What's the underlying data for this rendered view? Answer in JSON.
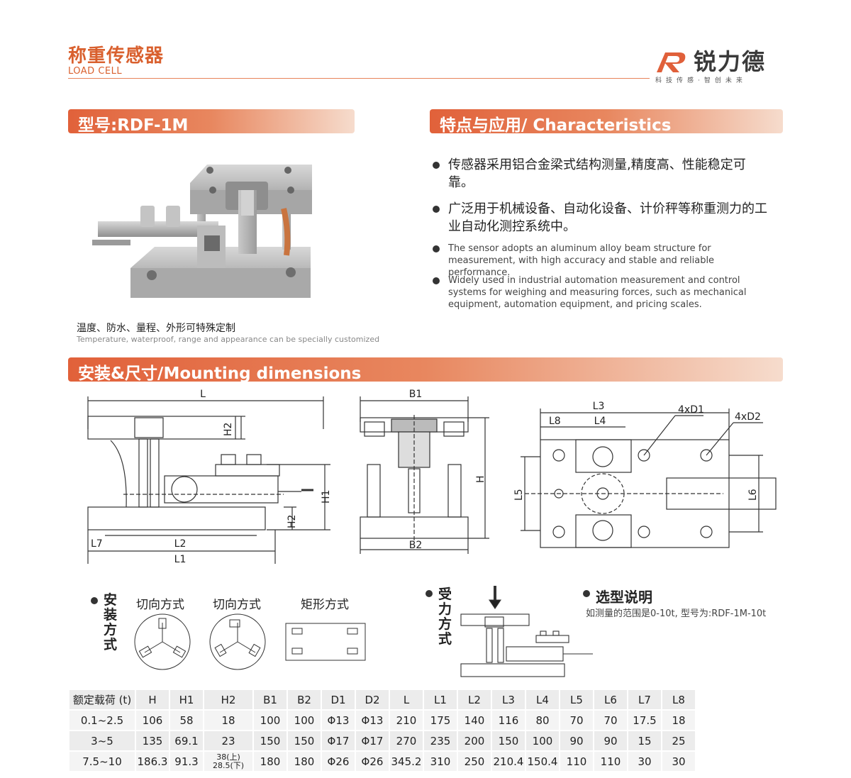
{
  "header": {
    "title_cn": "称重传感器",
    "title_en": "LOAD CELL",
    "logo_text": "锐力德",
    "logo_slogan": "科技传感·智创未来"
  },
  "model_bar": {
    "label": "型号:RDF-1M"
  },
  "features_bar": {
    "label": "特点与应用/ Characteristics"
  },
  "features": [
    {
      "text": "传感器采用铝合金梁式结构测量,精度高、性能稳定可靠。"
    },
    {
      "text": "广泛用于机械设备、自动化设备、计价秤等称重测力的工业自动化测控系统中。"
    },
    {
      "text": "The sensor adopts an aluminum alloy beam structure for measurement, with high accuracy and stable and reliable performance."
    },
    {
      "text": "Widely used in industrial automation measurement and control systems for weighing and measuring forces, such as mechanical equipment, automation equipment, and pricing scales."
    }
  ],
  "custom_note": {
    "cn": "温度、防水、量程、外形可特殊定制",
    "en": "Temperature, waterproof, range and appearance can be specially customized"
  },
  "mounting_bar": {
    "label": "安装&尺寸/Mounting dimensions"
  },
  "dim_labels": {
    "L": "L",
    "L1": "L1",
    "L2": "L2",
    "L3": "L3",
    "L4": "L4",
    "L5": "L5",
    "L6": "L6",
    "L7": "L7",
    "L8": "L8",
    "H": "H",
    "H1": "H1",
    "H2": "H2",
    "B1": "B1",
    "B2": "B2",
    "D1": "4xD1",
    "D2": "4xD2"
  },
  "install": {
    "title": "安装方式",
    "method1": "切向方式",
    "method2": "切向方式",
    "method3": "矩形方式"
  },
  "force": {
    "title": "受力方式"
  },
  "selection": {
    "title": "选型说明",
    "desc": "如测量的范围是0-10t, 型号为:RDF-1M-10t"
  },
  "spec_table": {
    "headers": [
      "额定载荷 (t)",
      "H",
      "H1",
      "H2",
      "B1",
      "B2",
      "D1",
      "D2",
      "L",
      "L1",
      "L2",
      "L3",
      "L4",
      "L5",
      "L6",
      "L7",
      "L8"
    ],
    "rows": [
      [
        "0.1~2.5",
        "106",
        "58",
        "18",
        "100",
        "100",
        "Φ13",
        "Φ13",
        "210",
        "175",
        "140",
        "116",
        "80",
        "70",
        "70",
        "17.5",
        "18"
      ],
      [
        "3~5",
        "135",
        "69.1",
        "23",
        "150",
        "150",
        "Φ17",
        "Φ17",
        "270",
        "235",
        "200",
        "150",
        "100",
        "90",
        "90",
        "15",
        "25"
      ],
      [
        "7.5~10",
        "186.3",
        "91.3",
        "38(上)|28.5(下)",
        "180",
        "180",
        "Φ26",
        "Φ26",
        "345.2",
        "310",
        "250",
        "210.4",
        "150.4",
        "110",
        "110",
        "30",
        "30"
      ]
    ]
  },
  "colors": {
    "accent": "#d9602e",
    "bar_start": "#e1613a",
    "bar_end": "#f6dccd",
    "table_bg": "#ececec"
  }
}
